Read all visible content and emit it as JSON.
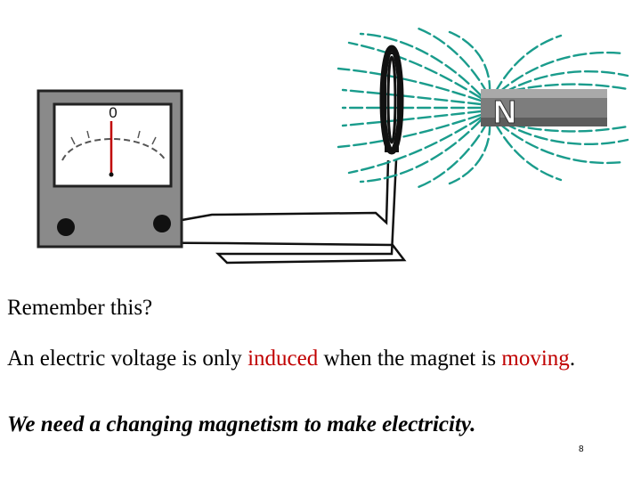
{
  "illustration": {
    "meter_scale_zero": "0",
    "magnet_pole": "N",
    "colors": {
      "field_lines": "#1a9c8c",
      "meter_case": "#8a8a8a",
      "meter_face": "#ffffff",
      "needle": "#c00000",
      "magnet_body": "#7d7d7d",
      "coil": "#111111"
    }
  },
  "text": {
    "remember": "Remember this?",
    "statement_part1": "An electric voltage is only ",
    "statement_highlight1": "induced",
    "statement_part2": " when the magnet is ",
    "statement_highlight2": "moving",
    "statement_part3": ".",
    "conclusion": "We need a changing magnetism to make electricity.",
    "page_number": "8"
  }
}
